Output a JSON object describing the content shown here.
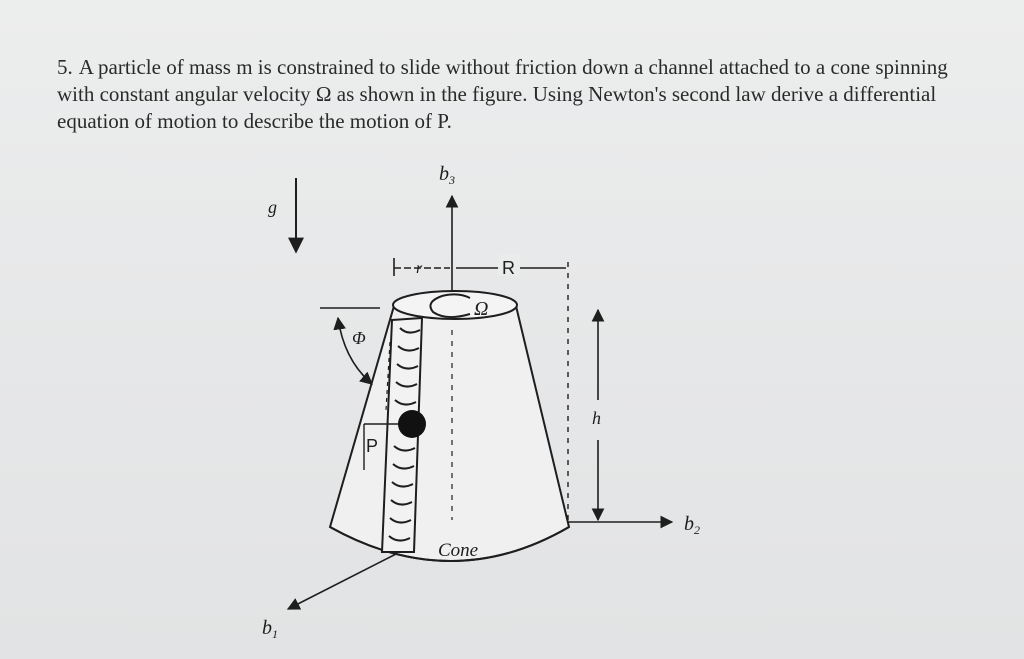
{
  "problem": {
    "number": "5.",
    "text": "A particle of mass m is constrained to slide without friction down a channel attached to a cone spinning with constant angular velocity Ω as shown in the figure. Using Newton's second law derive a differential equation of motion to describe the motion of P."
  },
  "figure": {
    "labels": {
      "b3": "b3",
      "b3_sub": "3",
      "b2": "b2",
      "b2_sub": "2",
      "b1": "b1",
      "b1_sub": "1",
      "g": "g",
      "r": "r",
      "R": "R",
      "omega": "Ω",
      "phi": "Φ",
      "P": "P",
      "h": "h",
      "cone": "Cone"
    }
  }
}
